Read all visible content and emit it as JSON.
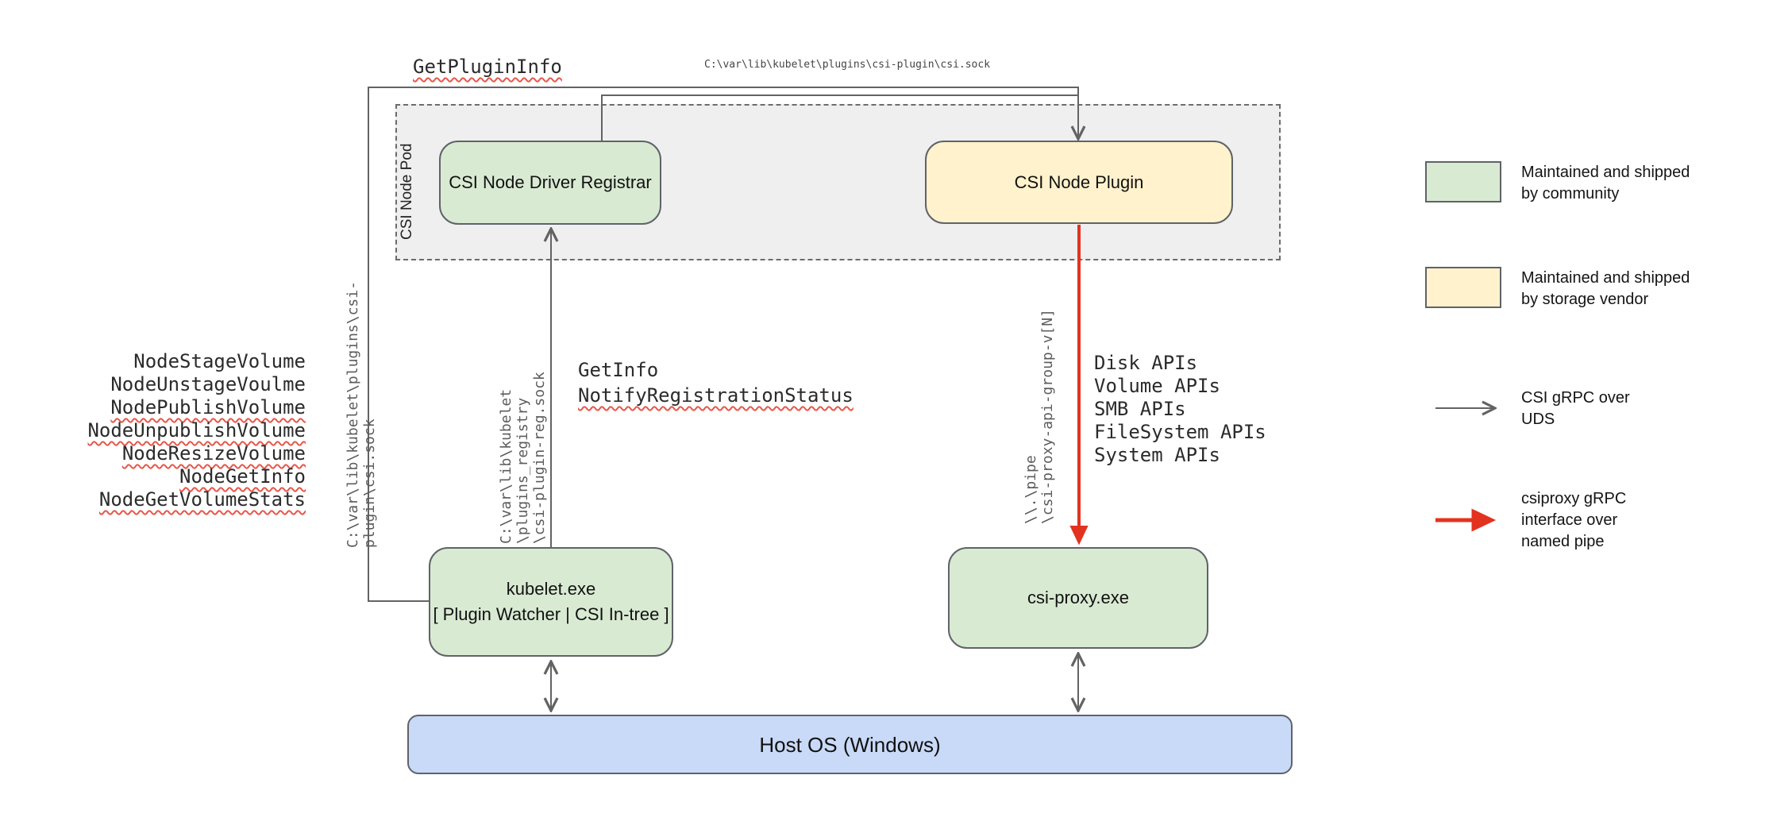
{
  "colors": {
    "community_green": "#d9ead3",
    "vendor_yellow": "#fff2cc",
    "host_blue": "#c9daf8",
    "pod_gray": "#efefef",
    "line_gray": "#636363",
    "arrow_red": "#e2331f",
    "squiggle_red": "#e8574a"
  },
  "top": {
    "get_plugin_info": "GetPluginInfo",
    "csi_sock_path": "C:\\var\\lib\\kubelet\\plugins\\csi-plugin\\csi.sock"
  },
  "pod": {
    "label": "CSI Node Pod"
  },
  "boxes": {
    "registrar": "CSI Node Driver Registrar",
    "plugin": "CSI Node Plugin",
    "kubelet": "kubelet.exe\n[ Plugin Watcher | CSI In-tree ]",
    "proxy": "csi-proxy.exe",
    "host": "Host OS (Windows)"
  },
  "left_rotated_path": "C:\\var\\lib\\kubelet\\plugins\\csi-plugin\\csi.sock",
  "node_calls": [
    {
      "label": "NodeStageVolume",
      "squiggle": false
    },
    {
      "label": "NodeUnstageVoulme",
      "squiggle": false
    },
    {
      "label": "NodePublishVolume",
      "squiggle": true
    },
    {
      "label": "NodeUnpublishVolume",
      "squiggle": true
    },
    {
      "label": "NodeResizeVolume",
      "squiggle": true
    },
    {
      "label": "NodeGetInfo",
      "squiggle": true
    },
    {
      "label": "NodeGetVolumeStats",
      "squiggle": true
    }
  ],
  "registration_path": "C:\\var\\lib\\kubelet\n\\plugins_registry\n\\csi-plugin-reg.sock",
  "registrar_calls": {
    "get_info": "GetInfo",
    "notify": "NotifyRegistrationStatus"
  },
  "pipe_path": "\\\\.\\pipe\n\\csi-proxy-api-group-v[N]",
  "api_list": [
    "Disk APIs",
    "Volume APIs",
    "SMB APIs",
    "FileSystem APIs",
    "System APIs"
  ],
  "legend": [
    {
      "swatch": "green",
      "text": "Maintained and shipped\nby community"
    },
    {
      "swatch": "yellow",
      "text": "Maintained and shipped\nby storage vendor"
    },
    {
      "swatch": "gray-arrow",
      "text": "CSI gRPC over\nUDS"
    },
    {
      "swatch": "red-arrow",
      "text": "csiproxy gRPC\ninterface over\nnamed pipe"
    }
  ]
}
